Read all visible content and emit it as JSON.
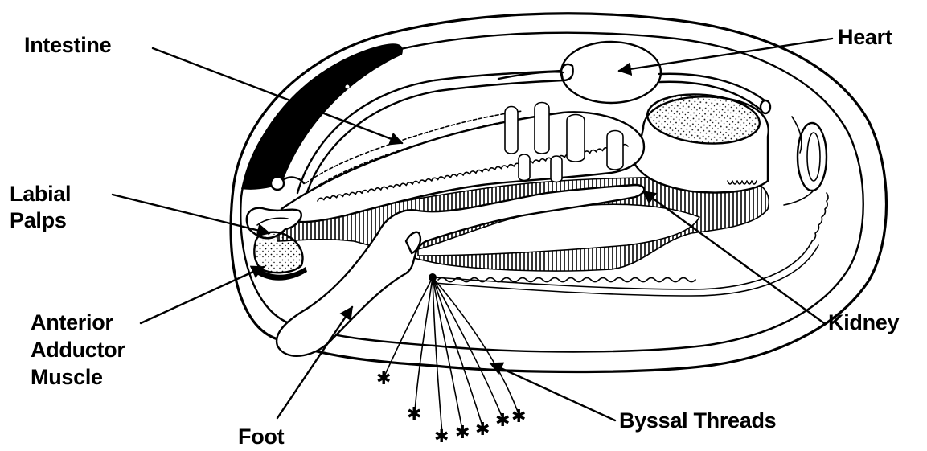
{
  "labels": {
    "intestine": "Intestine",
    "heart": "Heart",
    "labial_palps_line1": "Labial",
    "labial_palps_line2": "Palps",
    "anterior_line1": "Anterior",
    "anterior_line2": "Adductor",
    "anterior_line3": "Muscle",
    "kidney": "Kidney",
    "foot": "Foot",
    "byssal_threads": "Byssal Threads"
  },
  "colors": {
    "ink": "#000000",
    "background": "#ffffff"
  }
}
